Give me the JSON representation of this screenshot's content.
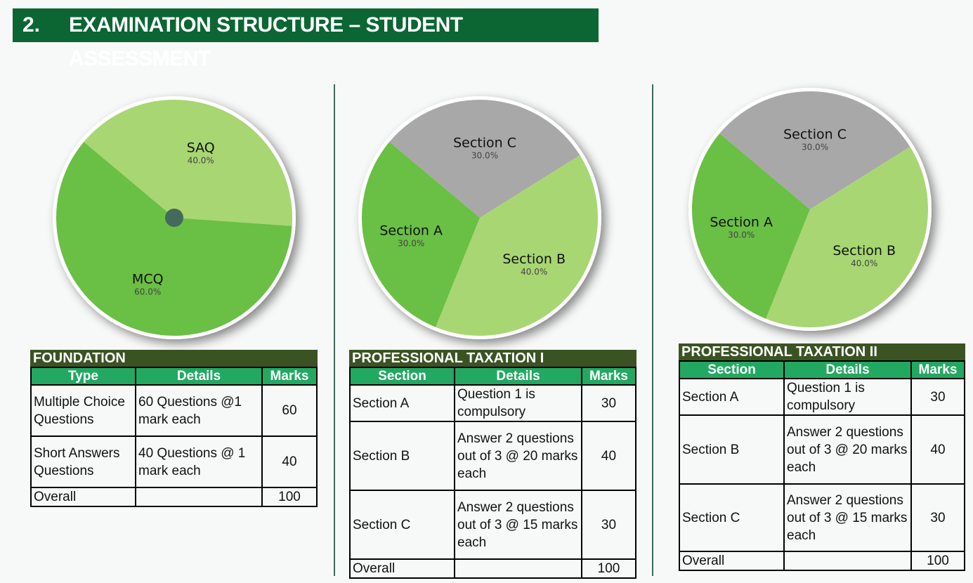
{
  "header": {
    "number": "2.",
    "title": "EXAMINATION STRUCTURE – STUDENT ASSESSMENT"
  },
  "colors": {
    "title_bg": "#0b6634",
    "table_caption_bg": "#3b5323",
    "table_header_bg": "#23a862",
    "slice_dark_green": "#6abf45",
    "slice_light_green": "#a8d672",
    "slice_gray": "#a8a8a8"
  },
  "chart_data": [
    {
      "type": "pie",
      "slices": [
        {
          "label": "SAQ",
          "value": 40,
          "pct": "40.0%",
          "color": "#a8d672"
        },
        {
          "label": "MCQ",
          "value": 60,
          "pct": "60.0%",
          "color": "#6abf45"
        }
      ]
    },
    {
      "type": "pie",
      "slices": [
        {
          "label": "Section C",
          "value": 30,
          "pct": "30.0%",
          "color": "#a8a8a8"
        },
        {
          "label": "Section B",
          "value": 40,
          "pct": "40.0%",
          "color": "#a8d672"
        },
        {
          "label": "Section A",
          "value": 30,
          "pct": "30.0%",
          "color": "#6abf45"
        }
      ]
    },
    {
      "type": "pie",
      "slices": [
        {
          "label": "Section C",
          "value": 30,
          "pct": "30.0%",
          "color": "#a8a8a8"
        },
        {
          "label": "Section B",
          "value": 40,
          "pct": "40.0%",
          "color": "#a8d672"
        },
        {
          "label": "Section A",
          "value": 30,
          "pct": "30.0%",
          "color": "#6abf45"
        }
      ]
    }
  ],
  "tables": [
    {
      "caption": "FOUNDATION",
      "headers": [
        "Type",
        "Details",
        "Marks"
      ],
      "rows": [
        [
          "Multiple Choice Questions",
          "60 Questions @1 mark each",
          "60"
        ],
        [
          "Short Answers Questions",
          "40 Questions @ 1 mark each",
          "40"
        ],
        [
          "Overall",
          "",
          "100"
        ]
      ]
    },
    {
      "caption": "PROFESSIONAL TAXATION I",
      "headers": [
        "Section",
        "Details",
        "Marks"
      ],
      "rows": [
        [
          "Section A",
          "Question 1 is compulsory",
          "30"
        ],
        [
          "Section B",
          "Answer 2 questions out of 3 @ 20 marks each",
          "40"
        ],
        [
          "Section C",
          "Answer 2 questions out of 3 @ 15 marks each",
          "30"
        ],
        [
          "Overall",
          "",
          "100"
        ]
      ]
    },
    {
      "caption": "PROFESSIONAL TAXATION II",
      "headers": [
        "Section",
        "Details",
        "Marks"
      ],
      "rows": [
        [
          "Section A",
          "Question 1 is compulsory",
          "30"
        ],
        [
          "Section B",
          "Answer 2 questions out of 3 @ 20 marks each",
          "40"
        ],
        [
          "Section C",
          "Answer 2 questions out of 3 @ 15 marks each",
          "30"
        ],
        [
          "Overall",
          "",
          "100"
        ]
      ]
    }
  ]
}
